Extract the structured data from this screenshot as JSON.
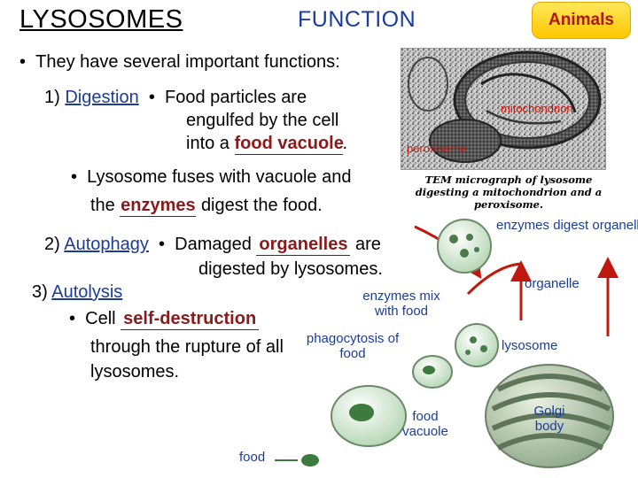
{
  "slide": {
    "title": "LYSOSOMES",
    "heading": "FUNCTION",
    "badge": "Animals",
    "intro": "They have several important functions:",
    "point1": {
      "num": "1)",
      "name": "Digestion",
      "line1": "Food particles are",
      "line2": "engulfed by the cell",
      "line3_pre": "into a",
      "line3_fill": "food vacuole",
      "line3_post": ".",
      "line4": "Lysosome fuses with vacuole and",
      "line5_pre": "the",
      "line5_fill": "enzymes",
      "line5_post": "digest the food."
    },
    "point2": {
      "num": "2)",
      "name": "Autophagy",
      "line1_pre": "Damaged",
      "line1_fill": "organelles",
      "line1_post": "are",
      "line2": "digested by lysosomes."
    },
    "point3": {
      "num": "3)",
      "name": "Autolysis",
      "line1_pre": "Cell",
      "line1_fill": "self-destruction",
      "line2": "through the rupture of all",
      "line3": "lysosomes."
    }
  },
  "micrograph": {
    "label_mito": "mitochondrion",
    "label_perox": "peroxisome",
    "caption": "TEM micrograph of lysosome digesting a mitochondrion and a peroxisome."
  },
  "diagram": {
    "enzymes_digest": "enzymes digest organelle",
    "organelle": "organelle",
    "lysosome": "lysosome",
    "golgi": "Golgi body",
    "enzymes_mix": "enzymes mix with food",
    "phagocytosis": "phagocytosis of food",
    "food_vacuole": "food vacuole",
    "food": "food"
  },
  "colors": {
    "link": "#1a3d9c",
    "fill_word": "#8b1a1a",
    "badge_bg": "#ffd21f",
    "badge_text": "#b0160e",
    "arrow": "#c0180e"
  }
}
